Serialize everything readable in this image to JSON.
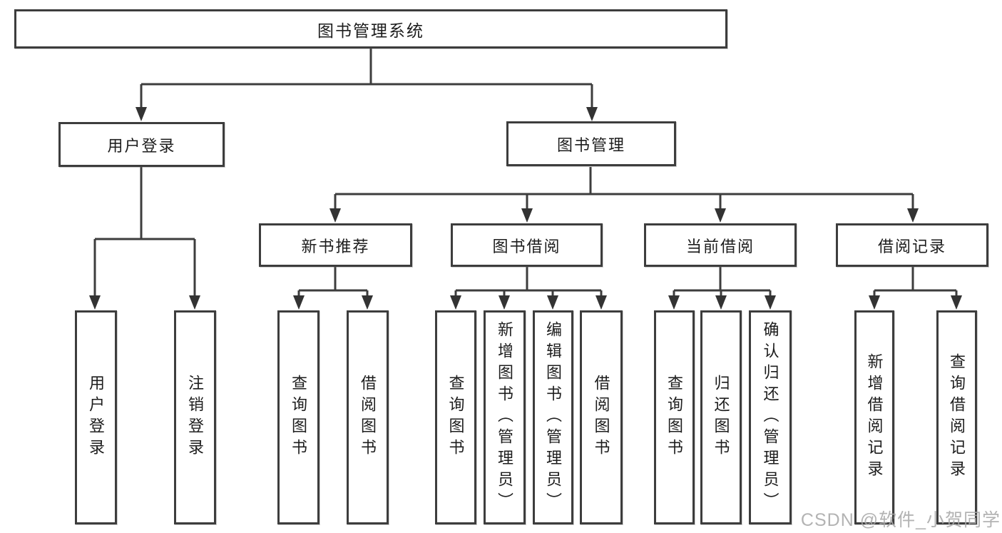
{
  "colors": {
    "line": "#3d3d3d",
    "box_border": "#3d3d3d",
    "text": "#1d1d1d",
    "background": "#ffffff",
    "watermark": "#a8a8a8"
  },
  "watermark": {
    "text": "CSDN @软件_小贺同学"
  },
  "tree": {
    "root": {
      "label": "图书管理系统"
    },
    "children": [
      {
        "label": "用户登录",
        "children": [
          {
            "label": "用户登录"
          },
          {
            "label": "注销登录"
          }
        ]
      },
      {
        "label": "图书管理",
        "children": [
          {
            "label": "新书推荐",
            "children": [
              {
                "label": "查询图书"
              },
              {
                "label": "借阅图书"
              }
            ]
          },
          {
            "label": "图书借阅",
            "children": [
              {
                "label": "查询图书"
              },
              {
                "label": "新增图书（管理员）"
              },
              {
                "label": "编辑图书（管理员）"
              },
              {
                "label": "借阅图书"
              }
            ]
          },
          {
            "label": "当前借阅",
            "children": [
              {
                "label": "查询图书"
              },
              {
                "label": "归还图书"
              },
              {
                "label": "确认归还（管理员）"
              }
            ]
          },
          {
            "label": "借阅记录",
            "children": [
              {
                "label": "新增借阅记录"
              },
              {
                "label": "查询借阅记录"
              }
            ]
          }
        ]
      }
    ]
  }
}
